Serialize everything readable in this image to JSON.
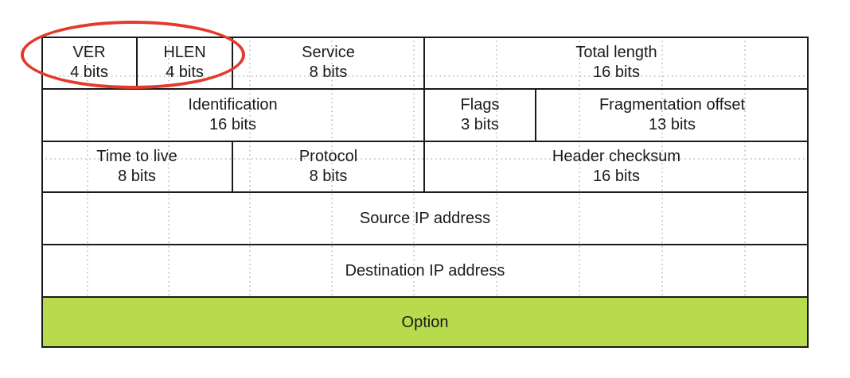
{
  "fields": {
    "ver": {
      "name": "VER",
      "size": "4 bits"
    },
    "hlen": {
      "name": "HLEN",
      "size": "4 bits"
    },
    "service": {
      "name": "Service",
      "size": "8 bits"
    },
    "total_length": {
      "name": "Total length",
      "size": "16 bits"
    },
    "identification": {
      "name": "Identification",
      "size": "16 bits"
    },
    "flags": {
      "name": "Flags",
      "size": "3 bits"
    },
    "fragmentation_offset": {
      "name": "Fragmentation offset",
      "size": "13 bits"
    },
    "time_to_live": {
      "name": "Time to live",
      "size": "8 bits"
    },
    "protocol": {
      "name": "Protocol",
      "size": "8 bits"
    },
    "header_checksum": {
      "name": "Header checksum",
      "size": "16 bits"
    },
    "source_ip": {
      "name": "Source IP address"
    },
    "destination_ip": {
      "name": "Destination IP address"
    },
    "option": {
      "name": "Option"
    }
  },
  "colors": {
    "option_fill": "#b7db4d",
    "highlight_outline": "#e23a2d",
    "border": "#1a1a1a",
    "gridline": "#b5b5b5"
  }
}
